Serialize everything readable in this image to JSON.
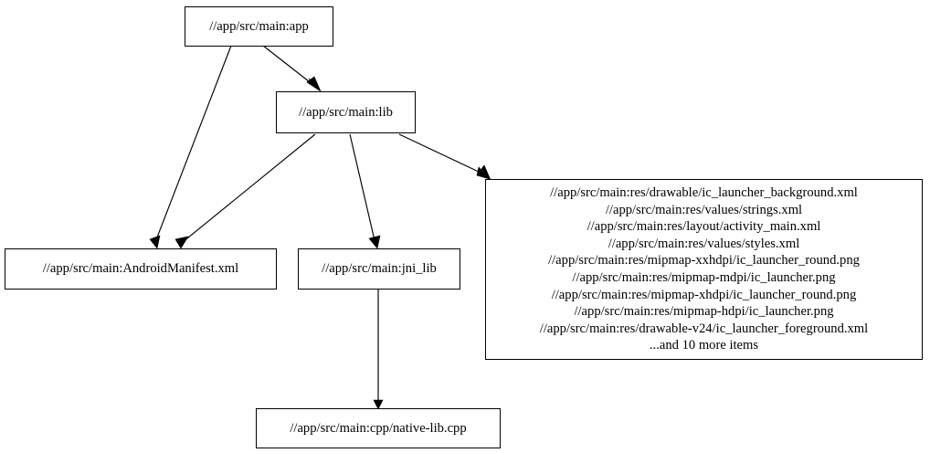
{
  "graph": {
    "type": "dependency-graph",
    "direction": "top-to-bottom",
    "background_color": "#ffffff",
    "node_border_color": "#000000",
    "node_fill_color": "#ffffff",
    "text_color": "#000000",
    "edge_color": "#000000",
    "nodes": [
      {
        "id": "app",
        "label": "//app/src/main:app"
      },
      {
        "id": "lib",
        "label": "//app/src/main:lib"
      },
      {
        "id": "manifest",
        "label": "//app/src/main:AndroidManifest.xml"
      },
      {
        "id": "jni_lib",
        "label": "//app/src/main:jni_lib"
      },
      {
        "id": "resources",
        "label": "//app/src/main:res/drawable/ic_launcher_background.xml\n//app/src/main:res/values/strings.xml\n//app/src/main:res/layout/activity_main.xml\n//app/src/main:res/values/styles.xml\n//app/src/main:res/mipmap-xxhdpi/ic_launcher_round.png\n//app/src/main:res/mipmap-mdpi/ic_launcher.png\n//app/src/main:res/mipmap-xhdpi/ic_launcher_round.png\n//app/src/main:res/mipmap-hdpi/ic_launcher.png\n//app/src/main:res/drawable-v24/ic_launcher_foreground.xml\n...and 10 more items",
        "lines": [
          "//app/src/main:res/drawable/ic_launcher_background.xml",
          "//app/src/main:res/values/strings.xml",
          "//app/src/main:res/layout/activity_main.xml",
          "//app/src/main:res/values/styles.xml",
          "//app/src/main:res/mipmap-xxhdpi/ic_launcher_round.png",
          "//app/src/main:res/mipmap-mdpi/ic_launcher.png",
          "//app/src/main:res/mipmap-xhdpi/ic_launcher_round.png",
          "//app/src/main:res/mipmap-hdpi/ic_launcher.png",
          "//app/src/main:res/drawable-v24/ic_launcher_foreground.xml",
          "...and 10 more items"
        ]
      },
      {
        "id": "native_lib",
        "label": "//app/src/main:cpp/native-lib.cpp"
      }
    ],
    "edges": [
      {
        "from": "app",
        "to": "lib"
      },
      {
        "from": "app",
        "to": "manifest"
      },
      {
        "from": "lib",
        "to": "manifest"
      },
      {
        "from": "lib",
        "to": "jni_lib"
      },
      {
        "from": "lib",
        "to": "resources"
      },
      {
        "from": "jni_lib",
        "to": "native_lib"
      }
    ]
  }
}
